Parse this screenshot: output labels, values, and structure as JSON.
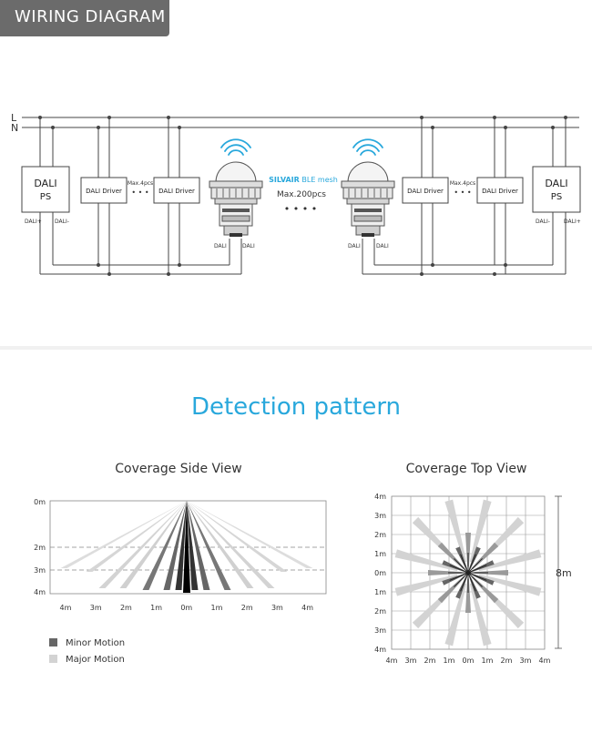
{
  "header": {
    "title": "WIRING DIAGRAM"
  },
  "wiring": {
    "line_l": "L",
    "line_n": "N",
    "ps_label_1": "DALI",
    "ps_label_2": "PS",
    "dali_plus": "DALI+",
    "dali_minus": "DALI-",
    "driver_label": "DALI Driver",
    "max_drivers": "Max.4pcs",
    "dots": "• • •",
    "sensor_terminal": "DALI",
    "mesh_brand": "SILVAIR",
    "mesh_label": " BLE mesh",
    "max_sensors": "Max.200pcs",
    "mesh_dots": "• • • •"
  },
  "detection": {
    "heading": "Detection pattern",
    "side_view_title": "Coverage Side View",
    "top_view_title": "Coverage Top View",
    "side_y_ticks": [
      "0m",
      "2m",
      "3m",
      "4m"
    ],
    "side_x_ticks": [
      "4m",
      "3m",
      "2m",
      "1m",
      "0m",
      "1m",
      "2m",
      "3m",
      "4m"
    ],
    "top_y_ticks": [
      "4m",
      "3m",
      "2m",
      "1m",
      "0m",
      "1m",
      "2m",
      "3m",
      "4m"
    ],
    "top_x_ticks": [
      "4m",
      "3m",
      "2m",
      "1m",
      "0m",
      "1m",
      "2m",
      "3m",
      "4m"
    ],
    "span_label": "8m",
    "legend": [
      {
        "label": "Minor Motion",
        "color": "#666666"
      },
      {
        "label": "Major Motion",
        "color": "#d3d3d3"
      }
    ]
  }
}
